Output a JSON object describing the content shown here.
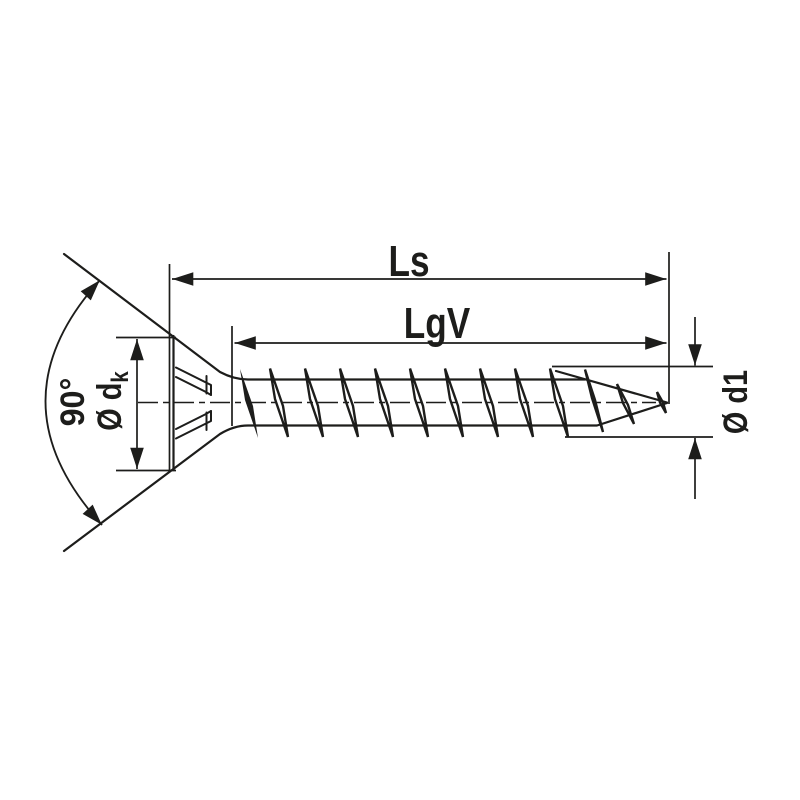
{
  "colors": {
    "line": "#1d1d1b",
    "background": "#ffffff"
  },
  "labels": {
    "total_length": "Ls",
    "thread_length": "LgV",
    "head_angle": "90°",
    "head_diameter": "Ø d",
    "head_diameter_sub": "k",
    "core_diameter": "Ø d1"
  }
}
